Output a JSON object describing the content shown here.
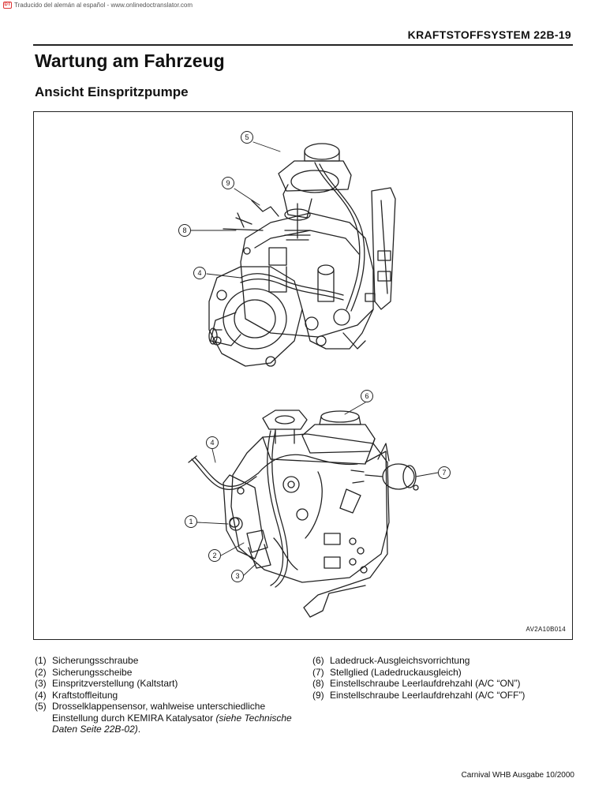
{
  "translator_banner": "Traducido del alemán al español - www.onlinedoctranslator.com",
  "header": {
    "section": "KRAFTSTOFFSYSTEM  22B-19"
  },
  "title": "Wartung am Fahrzeug",
  "subtitle": "Ansicht Einspritzpumpe",
  "figure": {
    "code": "AV2A10B014",
    "callouts": {
      "c1": "1",
      "c2": "2",
      "c3": "3",
      "c4a": "4",
      "c4b": "4",
      "c5": "5",
      "c6": "6",
      "c7": "7",
      "c8": "8",
      "c9": "9"
    }
  },
  "legend_left": [
    {
      "num": "(1)",
      "text": "Sicherungsschraube"
    },
    {
      "num": "(2)",
      "text": "Sicherungsscheibe"
    },
    {
      "num": "(3)",
      "text": "Einspritzverstellung (Kaltstart)"
    },
    {
      "num": "(4)",
      "text": "Kraftstoffleitung"
    },
    {
      "num": "(5)",
      "text": "Drosselklappensensor, wahlweise unterschiedliche Einstellung durch KEMIRA Katalysator ",
      "note": "(siehe Technische Daten Seite 22B-02)",
      "tail": "."
    }
  ],
  "legend_right": [
    {
      "num": "(6)",
      "text": "Ladedruck-Ausgleichsvorrichtung"
    },
    {
      "num": "(7)",
      "text": "Stellglied (Ladedruckausgleich)"
    },
    {
      "num": "(8)",
      "text": "Einstellschraube Leerlaufdrehzahl (A/C “ON”)"
    },
    {
      "num": "(9)",
      "text": "Einstellschraube Leerlaufdrehzahl (A/C “OFF”)"
    }
  ],
  "footer": "Carnival WHB Ausgabe 10/2000"
}
